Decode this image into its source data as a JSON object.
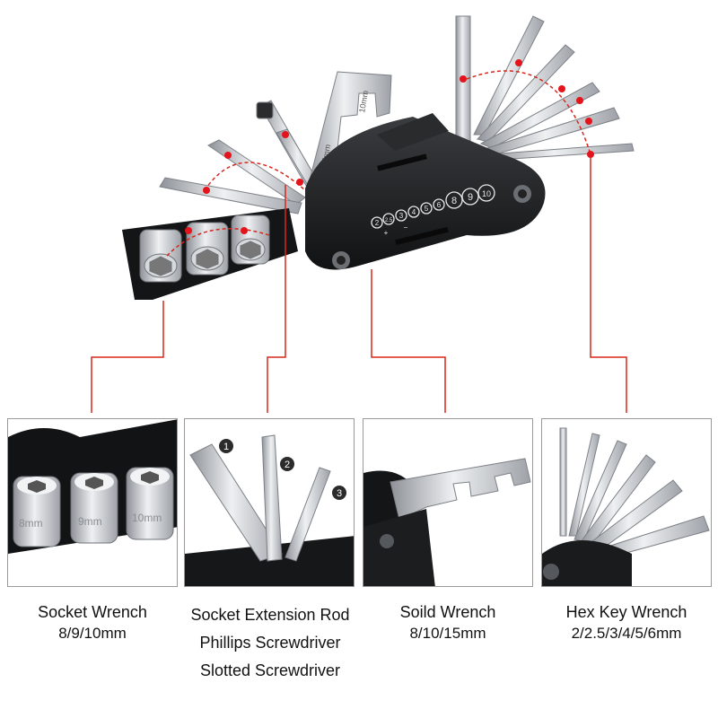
{
  "colors": {
    "callout": "#d9261c",
    "steel": "#c9cdd2",
    "dark": "#1d1e20",
    "accent_dot": "#e3141c"
  },
  "hero": {
    "engravings": [
      "15mm",
      "10mm"
    ],
    "size_marks": [
      "2",
      "2.5",
      "3",
      "4",
      "5",
      "6",
      "8",
      "9",
      "10",
      "+",
      "−"
    ]
  },
  "panels": [
    {
      "title": "Socket Wrench",
      "sizes": "8/9/10mm",
      "icon": "socket-icon",
      "stamps": [
        "8mm",
        "9mm",
        "10mm"
      ]
    },
    {
      "title": "Socket Extension Rod",
      "line2": "Phillips Screwdriver",
      "line3": "Slotted Screwdriver",
      "badges": [
        "1",
        "2",
        "3"
      ]
    },
    {
      "title": "Soild Wrench",
      "sizes": "8/10/15mm"
    },
    {
      "title": "Hex Key Wrench",
      "sizes": "2/2.5/3/4/5/6mm"
    }
  ]
}
